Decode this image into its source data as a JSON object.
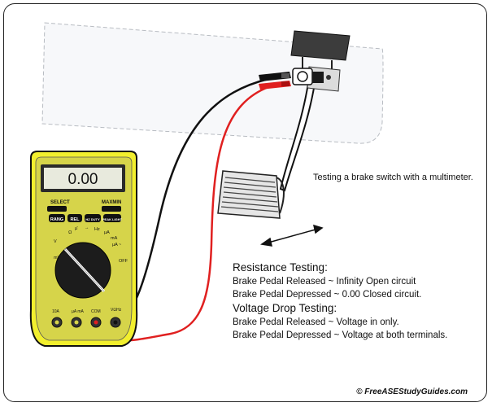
{
  "caption": "Testing a brake switch with a multimeter.",
  "meter": {
    "display": "0.00",
    "select_label": "SELECT",
    "maxmin_label": "MAXMIN",
    "buttons": [
      "RANG",
      "REL",
      "HZ DUTY",
      "PEAK LIGHT"
    ],
    "dial_labels": [
      "Ω",
      "µ̄",
      "→",
      "Hz",
      "µA",
      "mA",
      "µA ~",
      "OFF",
      "V",
      "mV"
    ],
    "jacks": [
      "10A",
      "µA mA",
      "COM",
      "VΩHz"
    ]
  },
  "resistance": {
    "title": "Resistance Testing:",
    "line1": "Brake Pedal Released ~ Infinity Open circuit",
    "line2": "Brake Pedal Depressed ~ 0.00 Closed circuit."
  },
  "voltage": {
    "title": "Voltage Drop Testing:",
    "line1": "Brake Pedal Released ~ Voltage in only.",
    "line2": "Brake Pedal Depressed ~ Voltage at both terminals."
  },
  "credit": "© FreeASEStudyGuides.com",
  "colors": {
    "meter_body": "#f2ef2e",
    "lead_red": "#e02020",
    "lead_black": "#111111",
    "firewall": "#f7f8fa"
  }
}
